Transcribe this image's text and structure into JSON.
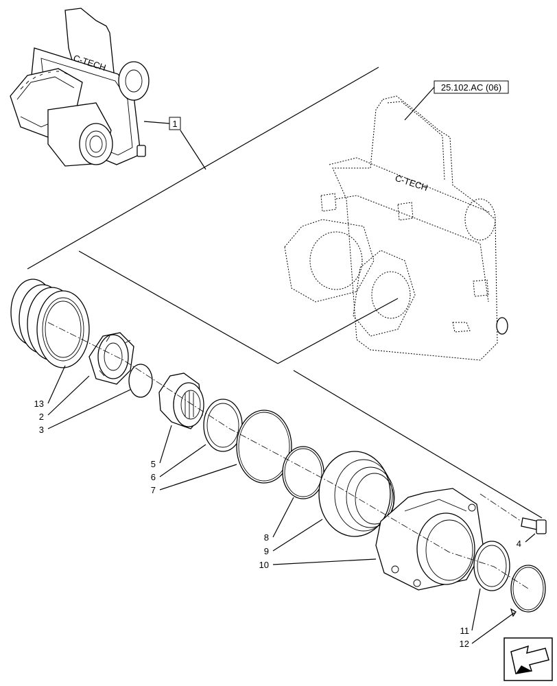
{
  "reference_label": "25.102.AC (06)",
  "assembly_callout": "1",
  "callouts": {
    "c2": "2",
    "c3": "3",
    "c4": "4",
    "c5": "5",
    "c6": "6",
    "c7": "7",
    "c8": "8",
    "c9": "9",
    "c10": "10",
    "c11": "11",
    "c12": "12",
    "c13": "13"
  },
  "nav_icon": "arrow-bottom-left-icon"
}
